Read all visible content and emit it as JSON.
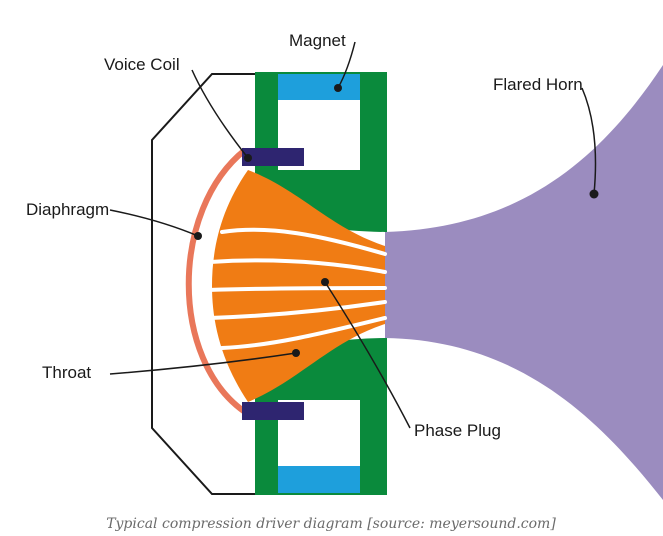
{
  "labels": {
    "magnet": "Magnet",
    "voice_coil": "Voice Coil",
    "flared_horn": "Flared Horn",
    "diaphragm": "Diaphragm",
    "throat": "Throat",
    "phase_plug": "Phase Plug"
  },
  "caption": "Typical compression driver diagram [source: meyersound.com]",
  "colors": {
    "magnet_body": "#0a8a3c",
    "magnet_insert": "#1e9fdc",
    "voice_coil": "#2e2570",
    "diaphragm": "#e9775a",
    "phase_plug": "#f07c14",
    "horn": "#9b8cbf",
    "outline": "#1a1a1a"
  }
}
